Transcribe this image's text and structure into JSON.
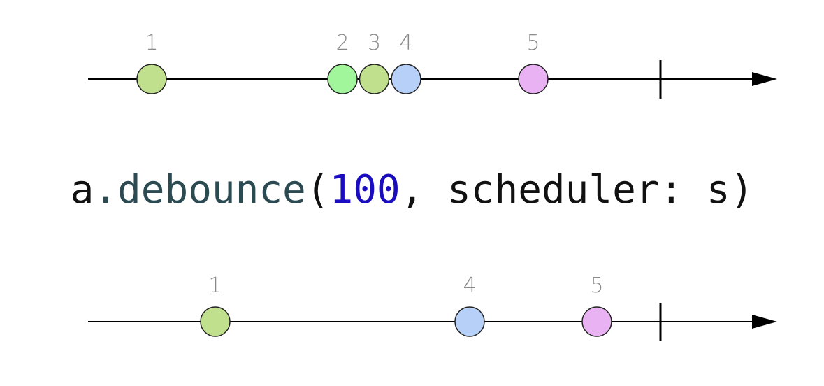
{
  "colors": {
    "line": "#000000",
    "label": "#8a8a8a",
    "method": "#2c4a52",
    "number": "#1a0dbf"
  },
  "operator": {
    "receiver": "a",
    "dot": ".",
    "method": "debounce",
    "open_paren": "(",
    "arg_value": "100",
    "rest": ", scheduler: s)"
  },
  "input_timeline": {
    "marbles": [
      {
        "label": "1",
        "time": 1,
        "fill": "#c1e08e"
      },
      {
        "label": "2",
        "time": 4,
        "fill": "#a1f59a"
      },
      {
        "label": "3",
        "time": 4.5,
        "fill": "#c1e08e"
      },
      {
        "label": "4",
        "time": 5,
        "fill": "#b7d0f7"
      },
      {
        "label": "5",
        "time": 7,
        "fill": "#e9b2f2"
      }
    ],
    "completion_time": 9
  },
  "output_timeline": {
    "marbles": [
      {
        "label": "1",
        "time": 2,
        "fill": "#c1e08e"
      },
      {
        "label": "4",
        "time": 6,
        "fill": "#b7d0f7"
      },
      {
        "label": "5",
        "time": 8,
        "fill": "#e9b2f2"
      }
    ],
    "completion_time": 9
  }
}
